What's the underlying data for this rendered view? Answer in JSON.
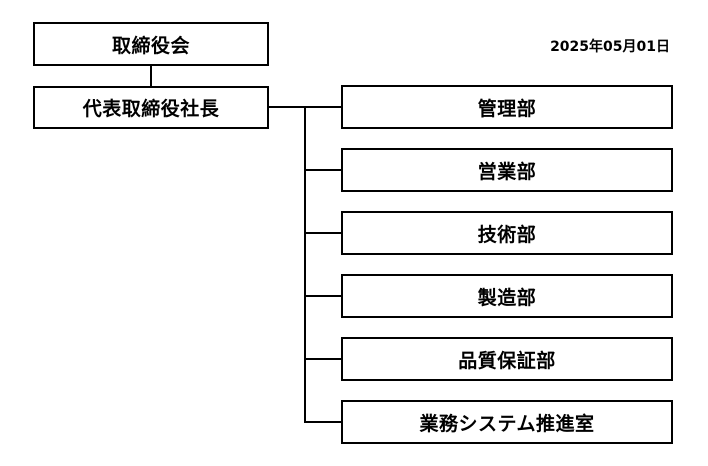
{
  "chart": {
    "board": "取締役会",
    "president": "代表取締役社長",
    "date": "2025年05月01日",
    "departments": [
      "管理部",
      "営業部",
      "技術部",
      "製造部",
      "品質保証部",
      "業務システム推進室"
    ]
  }
}
